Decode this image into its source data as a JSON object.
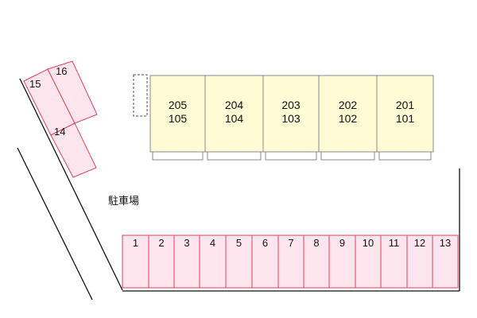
{
  "colors": {
    "building_fill": "#fffbd5",
    "building_stroke": "#8a8a8a",
    "parking_fill": "#ffe6ee",
    "parking_stroke": "#e0405a",
    "line": "#111111",
    "dashed": "#555555"
  },
  "map": {
    "parking_area_label": "駐車場",
    "units": [
      {
        "upper": "205",
        "lower": "105"
      },
      {
        "upper": "204",
        "lower": "104"
      },
      {
        "upper": "203",
        "lower": "103"
      },
      {
        "upper": "202",
        "lower": "102"
      },
      {
        "upper": "201",
        "lower": "101"
      }
    ],
    "parking_row": [
      "1",
      "2",
      "3",
      "4",
      "5",
      "6",
      "7",
      "8",
      "9",
      "10",
      "11",
      "12",
      "13"
    ],
    "parking_diagonal": [
      "15",
      "16",
      "14"
    ]
  }
}
